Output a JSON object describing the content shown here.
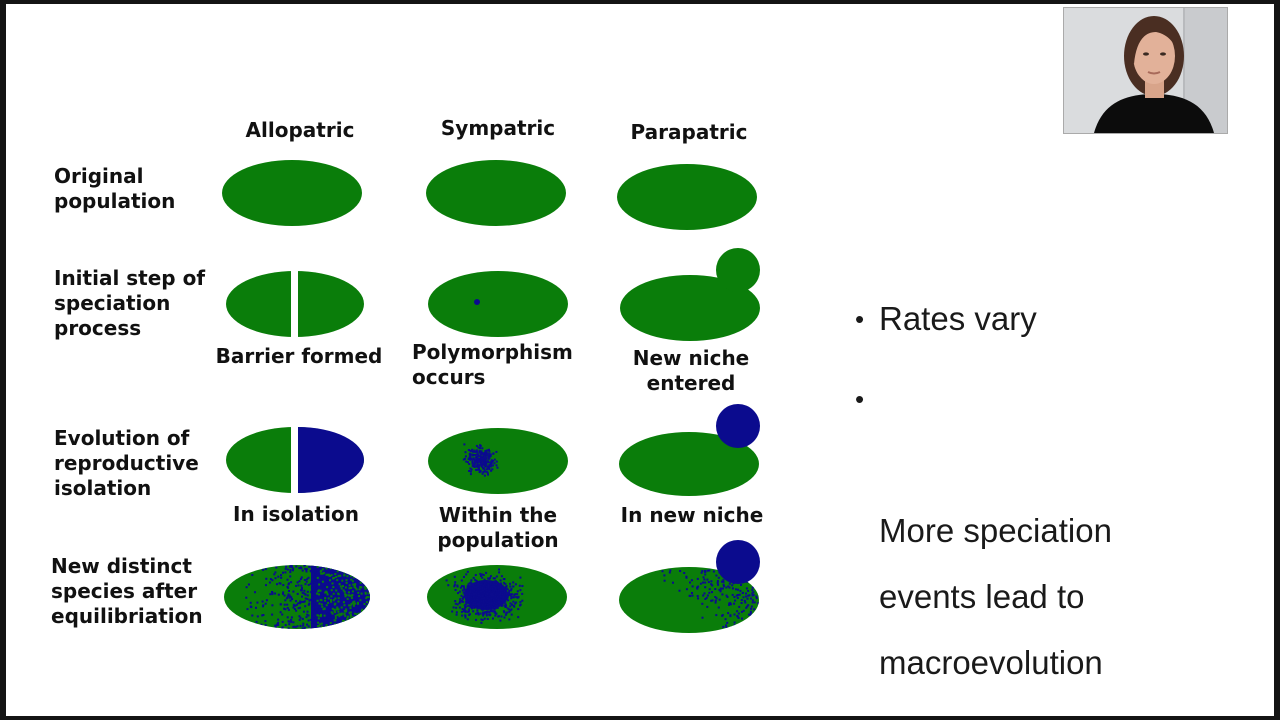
{
  "diagram": {
    "columns": [
      "Allopatric",
      "Sympatric",
      "Parapatric"
    ],
    "rows": [
      "Original\npopulation",
      "Initial step of\nspeciation\nprocess",
      "Evolution of\nreproductive\nisolation",
      "New distinct\nspecies after\nequilibriation"
    ],
    "step2_captions": [
      "Barrier formed",
      "Polymorphism\noccurs",
      "New niche\nentered"
    ],
    "step3_captions": [
      "In isolation",
      "Within the\npopulation",
      "In new niche"
    ],
    "colors": {
      "population": "#0a7d0a",
      "new_species": "#0b0b8e"
    }
  },
  "bullets": [
    {
      "text": "Rates vary"
    },
    {
      "text": "More speciation\nevents lead to\nmacroevolution"
    }
  ],
  "webcam": {
    "subject": "presenter-video"
  }
}
